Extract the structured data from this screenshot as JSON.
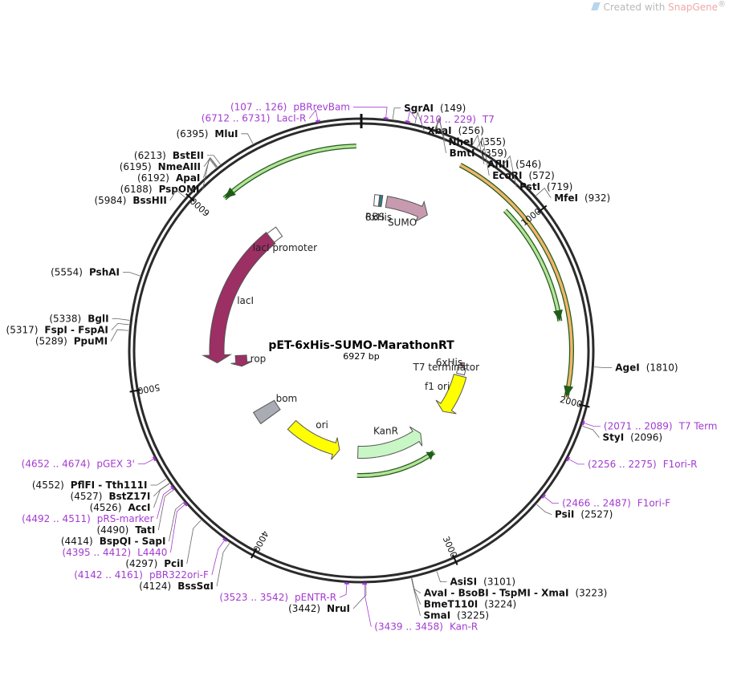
{
  "branding": {
    "prefix": "Created with",
    "brand": "SnapGene",
    "sup": "®"
  },
  "plasmid": {
    "name": "pET-6xHis-SUMO-MarathonRT",
    "size_label": "6927 bp",
    "length": 6927
  },
  "ticks": [
    {
      "pos": 1000,
      "label": "1000"
    },
    {
      "pos": 2000,
      "label": "2000"
    },
    {
      "pos": 3000,
      "label": "3000"
    },
    {
      "pos": 4000,
      "label": "4000"
    },
    {
      "pos": 5000,
      "label": "5000"
    },
    {
      "pos": 6000,
      "label": "6000"
    }
  ],
  "enzymes": [
    {
      "name": "SgrAI",
      "pos_label": "(149)",
      "site": 149,
      "side": "right"
    },
    {
      "name": "XbaI",
      "pos_label": "(256)",
      "site": 256,
      "side": "right"
    },
    {
      "name": "NheI",
      "pos_label": "(355)",
      "site": 355,
      "side": "right"
    },
    {
      "name": "BmtI",
      "pos_label": "(359)",
      "site": 359,
      "side": "right"
    },
    {
      "name": "AflII",
      "pos_label": "(546)",
      "site": 546,
      "side": "right"
    },
    {
      "name": "EcoRI",
      "pos_label": "(572)",
      "site": 572,
      "side": "right"
    },
    {
      "name": "PstI",
      "pos_label": "(719)",
      "site": 719,
      "side": "right"
    },
    {
      "name": "MfeI",
      "pos_label": "(932)",
      "site": 932,
      "side": "right"
    },
    {
      "name": "AgeI",
      "pos_label": "(1810)",
      "site": 1810,
      "side": "right"
    },
    {
      "name": "StyI",
      "pos_label": "(2096)",
      "site": 2096,
      "side": "right"
    },
    {
      "name": "PsiI",
      "pos_label": "(2527)",
      "site": 2527,
      "side": "right"
    },
    {
      "name": "AsiSI",
      "pos_label": "(3101)",
      "site": 3101,
      "side": "right"
    },
    {
      "name": "AvaI - BsoBI - TspMI - XmaI",
      "pos_label": "(3223)",
      "site": 3223,
      "side": "right"
    },
    {
      "name": "BmeT110I",
      "pos_label": "(3224)",
      "site": 3224,
      "side": "right"
    },
    {
      "name": "SmaI",
      "pos_label": "(3225)",
      "site": 3225,
      "side": "right"
    },
    {
      "name": "NruI",
      "pos_label": "(3442)",
      "site": 3442,
      "side": "left"
    },
    {
      "name": "BssSαI",
      "pos_label": "(4124)",
      "site": 4124,
      "side": "left"
    },
    {
      "name": "PciI",
      "pos_label": "(4297)",
      "site": 4297,
      "side": "left"
    },
    {
      "name": "BspQI - SapI",
      "pos_label": "(4414)",
      "site": 4414,
      "side": "left"
    },
    {
      "name": "TatI",
      "pos_label": "(4490)",
      "site": 4490,
      "side": "left"
    },
    {
      "name": "AccI",
      "pos_label": "(4526)",
      "site": 4526,
      "side": "left"
    },
    {
      "name": "BstZ17I",
      "pos_label": "(4527)",
      "site": 4527,
      "side": "left"
    },
    {
      "name": "PflFI - Tth111I",
      "pos_label": "(4552)",
      "site": 4552,
      "side": "left"
    },
    {
      "name": "PpuMI",
      "pos_label": "(5289)",
      "site": 5289,
      "side": "left"
    },
    {
      "name": "FspI - FspAI",
      "pos_label": "(5317)",
      "site": 5317,
      "side": "left"
    },
    {
      "name": "BglI",
      "pos_label": "(5338)",
      "site": 5338,
      "side": "left"
    },
    {
      "name": "PshAI",
      "pos_label": "(5554)",
      "site": 5554,
      "side": "left"
    },
    {
      "name": "BssHII",
      "pos_label": "(5984)",
      "site": 5984,
      "side": "left"
    },
    {
      "name": "PspOMI",
      "pos_label": "(6188)",
      "site": 6188,
      "side": "left"
    },
    {
      "name": "ApaI",
      "pos_label": "(6192)",
      "site": 6192,
      "side": "left"
    },
    {
      "name": "NmeAIII",
      "pos_label": "(6195)",
      "site": 6195,
      "side": "left"
    },
    {
      "name": "BstEII",
      "pos_label": "(6213)",
      "site": 6213,
      "side": "left"
    },
    {
      "name": "MluI",
      "pos_label": "(6395)",
      "site": 6395,
      "side": "left"
    }
  ],
  "primers": [
    {
      "name": "pBRrevBam",
      "range_label": "(107 .. 126)",
      "site": 116,
      "side": "left"
    },
    {
      "name": "LacI-R",
      "range_label": "(6712 .. 6731)",
      "site": 6721,
      "side": "left"
    },
    {
      "name": "T7",
      "range_label": "(210 .. 229)",
      "site": 220,
      "side": "right"
    },
    {
      "name": "T7 Term",
      "range_label": "(2071 .. 2089)",
      "site": 2080,
      "side": "right"
    },
    {
      "name": "F1ori-R",
      "range_label": "(2256 .. 2275)",
      "site": 2265,
      "side": "right"
    },
    {
      "name": "F1ori-F",
      "range_label": "(2466 .. 2487)",
      "site": 2476,
      "side": "right"
    },
    {
      "name": "Kan-R",
      "range_label": "(3439 .. 3458)",
      "site": 3448,
      "side": "right"
    },
    {
      "name": "pENTR-R",
      "range_label": "(3523 .. 3542)",
      "site": 3532,
      "side": "left"
    },
    {
      "name": "pBR322ori-F",
      "range_label": "(4142 .. 4161)",
      "site": 4151,
      "side": "left"
    },
    {
      "name": "L4440",
      "range_label": "(4395 .. 4412)",
      "site": 4403,
      "side": "left"
    },
    {
      "name": "pRS-marker",
      "range_label": "(4492 .. 4511)",
      "site": 4501,
      "side": "left"
    },
    {
      "name": "pGEX 3'",
      "range_label": "(4652 .. 4674)",
      "site": 4663,
      "side": "left"
    }
  ],
  "features": [
    {
      "name": "lacI",
      "start": 5100,
      "end": 6180,
      "ring": 180,
      "width": 18,
      "color": "#9c2f64",
      "dir": "rev"
    },
    {
      "name": "lacI promoter",
      "start": 6180,
      "end": 6260,
      "ring": 180,
      "width": 14,
      "color": "#ffffff",
      "dir": "none"
    },
    {
      "name": "RBS",
      "start": 95,
      "end": 130,
      "ring": 188,
      "width": 14,
      "color": "#ffffff",
      "dir": "none"
    },
    {
      "name": "6xHis",
      "start": 132,
      "end": 152,
      "ring": 188,
      "width": 14,
      "color": "#2c7a8a",
      "dir": "none"
    },
    {
      "name": "SUMO",
      "start": 185,
      "end": 500,
      "ring": 188,
      "width": 14,
      "color": "#c89aaf",
      "dir": "fwd"
    },
    {
      "name": "6xHis",
      "start": 1865,
      "end": 1905,
      "ring": 127,
      "width": 5,
      "color": "#c17d9f",
      "dir": "fwd"
    },
    {
      "name": "T7 terminator",
      "start": 1920,
      "end": 1990,
      "ring": 127,
      "width": 10,
      "color": "#ffffff",
      "dir": "none"
    },
    {
      "name": "f1 ori",
      "start": 2010,
      "end": 2440,
      "ring": 127,
      "width": 16,
      "color": "#ffff00",
      "dir": "fwd"
    },
    {
      "name": "KanR",
      "start": 2780,
      "end": 3500,
      "ring": 127,
      "width": 15,
      "color": "#c8f7c5",
      "dir": "rev"
    },
    {
      "name": "ori",
      "start": 3700,
      "end": 4290,
      "ring": 127,
      "width": 15,
      "color": "#ffff00",
      "dir": "rev"
    },
    {
      "name": "bom",
      "start": 4500,
      "end": 4620,
      "ring": 140,
      "width": 30,
      "color": "#a9adb3",
      "dir": "none"
    },
    {
      "name": "rop",
      "start": 5050,
      "end": 5150,
      "ring": 150,
      "width": 14,
      "color": "#9c2f64",
      "dir": "rev"
    }
  ],
  "orf_arcs": [
    {
      "start": 540,
      "end": 1980,
      "ring": 262,
      "color": "#f2b46a",
      "dir": "fwd"
    },
    {
      "start": 880,
      "end": 1570,
      "ring": 250,
      "color": "#b6e39a",
      "dir": "fwd"
    },
    {
      "start": 6120,
      "end": 6900,
      "ring": 255,
      "color": "#b6e39a",
      "dir": "rev"
    },
    {
      "start": 2780,
      "end": 3500,
      "ring": 156,
      "color": "#b6e39a",
      "dir": "rev"
    }
  ]
}
